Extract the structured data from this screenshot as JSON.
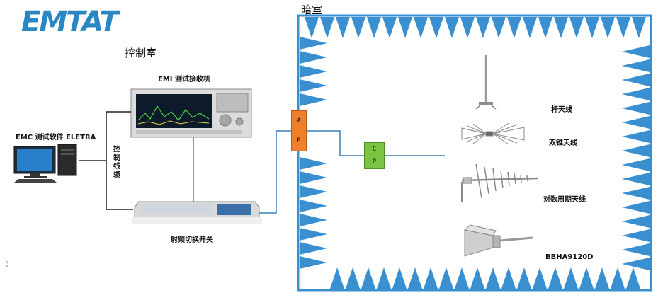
{
  "logo": {
    "text": "EMTAT"
  },
  "labels": {
    "control_room": "控制室",
    "anechoic_chamber": "暗室",
    "emi_receiver": "EMI 测试接收机",
    "emc_software": "EMC 测试软件 ELETRA",
    "control_cable": "控制线缆",
    "rf_switch": "射频切换开关",
    "rod_antenna": "杆天线",
    "biconical_antenna": "双锥天线",
    "log_periodic_antenna": "对数周期天线",
    "horn_antenna": "BBHA9120D"
  },
  "ap_box": {
    "top": "A",
    "bottom": "P"
  },
  "cp_box": {
    "top": "C",
    "bottom": "P"
  },
  "corner_mark": "〉",
  "colors": {
    "absorber": "#3a8fd0",
    "chamber_wall": "#3a8fd0",
    "wire": "#3a7fb8",
    "control_wire": "#222222",
    "ap_fill": "#ef7f2a",
    "cp_fill": "#7bc342",
    "logo": "#2b87c2"
  }
}
